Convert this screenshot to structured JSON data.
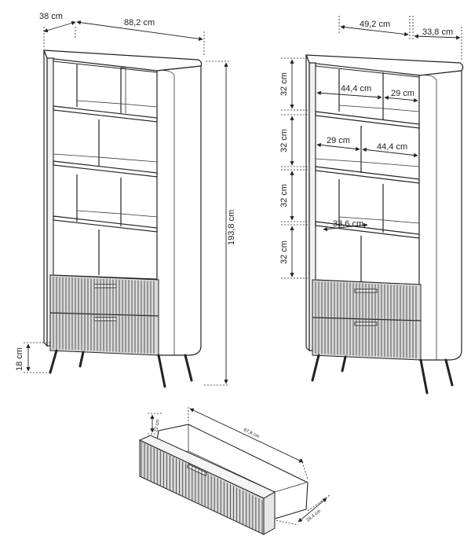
{
  "left_view": {
    "depth": "38 cm",
    "width": "88,2 cm",
    "height": "193,8 cm",
    "leg_height": "18 cm"
  },
  "right_view": {
    "inner_width": "49,2 cm",
    "depth": "33,8 cm",
    "shelf_heights": [
      "32 cm",
      "32 cm",
      "32 cm",
      "32 cm"
    ],
    "compartment_a_left": "44,4 cm",
    "compartment_a_right": "29 cm",
    "compartment_b_left": "29 cm",
    "compartment_b_right": "44,4 cm",
    "shelf_depth": "33,6 cm"
  },
  "drawer_view": {
    "height": "12 cm",
    "length": "67,8 cm",
    "depth": "28,4 cm"
  }
}
